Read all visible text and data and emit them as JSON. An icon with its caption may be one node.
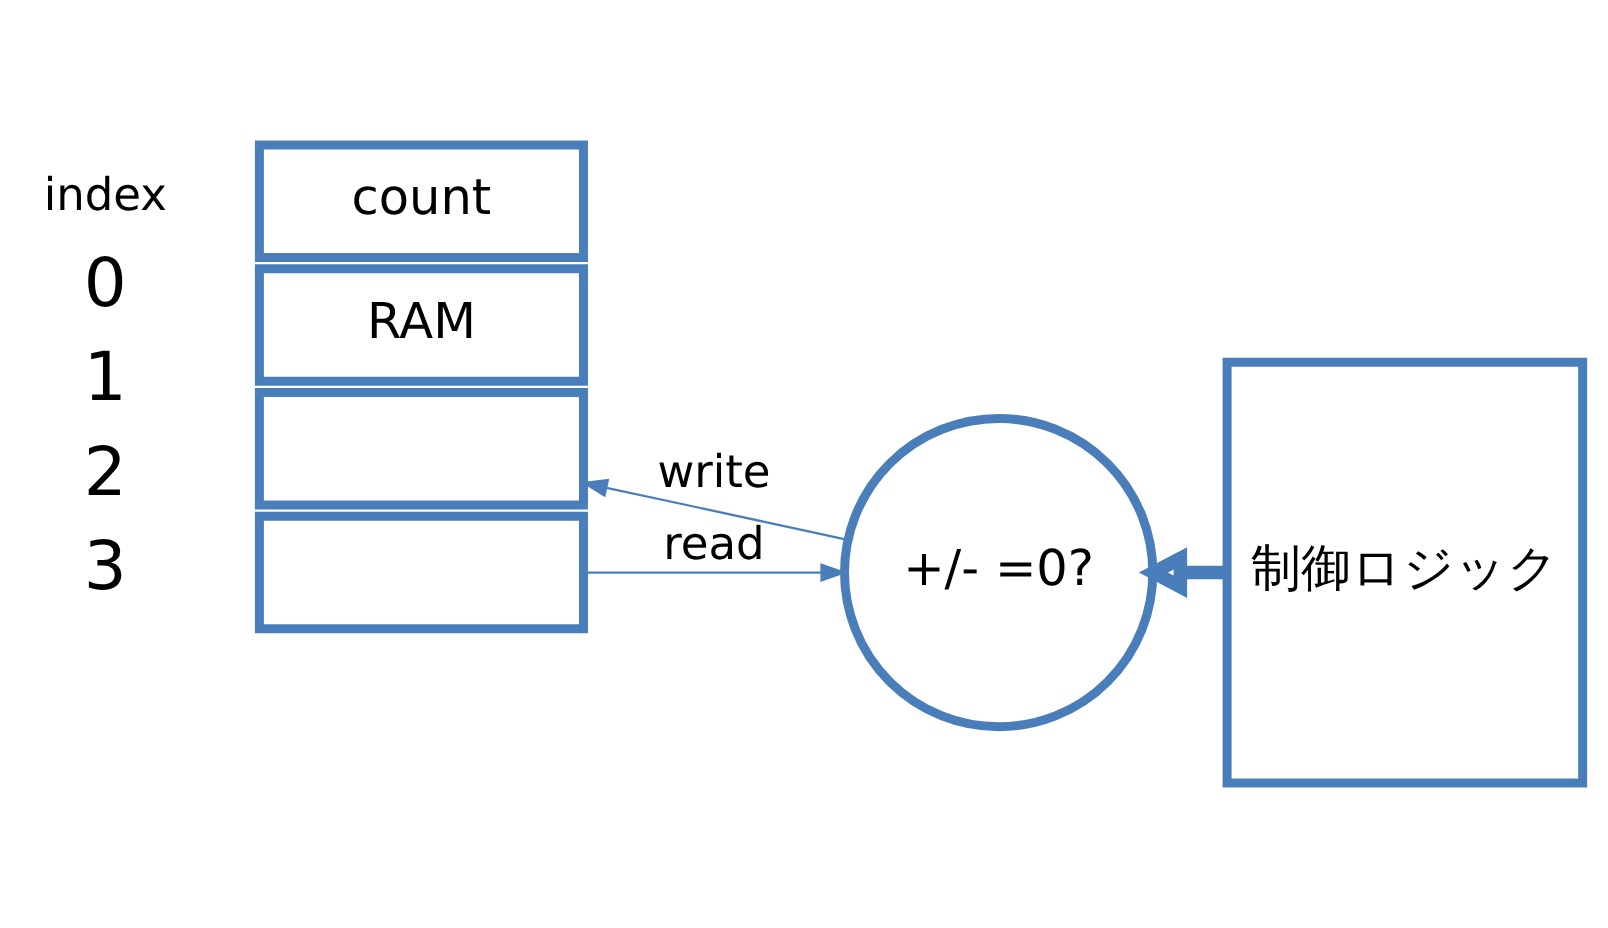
{
  "diagram": {
    "nodes": [
      {
        "text": [],
        "shape": "box"
      },
      {
        "text": [
          "count"
        ]
      },
      {
        "text": [
          "RAM"
        ]
      },
      {
        "text": [],
        "shape": "box"
      },
      {
        "text": [
          "+/- =0?"
        ]
      },
      {
        "text": [
          "制御ロジック"
        ]
      }
    ],
    "edges": [
      {
        "from": 4,
        "to": 0,
        "arrow": "to",
        "label": "write"
      },
      {
        "from": 3,
        "to": 4,
        "arrow": "to",
        "label": "read"
      },
      {
        "from": 5,
        "to": 4,
        "arrow": "to",
        "style": "thick"
      }
    ],
    "labels": [
      "index",
      "0",
      "1",
      "2",
      "3"
    ]
  }
}
